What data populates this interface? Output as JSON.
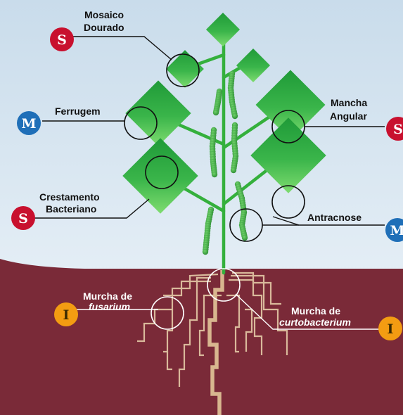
{
  "colors": {
    "sky_top": "#c9dceb",
    "sky_bottom": "#f2f7fb",
    "soil": "#7a2a38",
    "leaf_dark": "#1f9a38",
    "leaf_light": "#6fd36a",
    "stem": "#34b03c",
    "pod": "#3b9a3a",
    "root_thin": "#d9b99b",
    "root_main": "#d8b68f",
    "badge_S": "#c8102e",
    "badge_M": "#1f6fb8",
    "badge_I": "#f39c12"
  },
  "diseases": {
    "mosaico": {
      "line1": "Mosaico",
      "line2": "Dourado",
      "level": "S"
    },
    "ferrugem": {
      "line1": "Ferrugem",
      "level": "M"
    },
    "mancha": {
      "line1": "Mancha",
      "line2": "Angular",
      "level": "S"
    },
    "crestamento": {
      "line1": "Crestamento",
      "line2": "Bacteriano",
      "level": "S"
    },
    "antracnose": {
      "line1": "Antracnose",
      "level": "M"
    },
    "fusarium": {
      "line1": "Murcha de",
      "line2": "fusarium",
      "level": "I"
    },
    "curto": {
      "line1": "Murcha de",
      "line2": "curtobacterium",
      "level": "I"
    }
  },
  "icons": {
    "badge": "resistance-level-badge-icon",
    "plant": "bean-plant-icon"
  }
}
